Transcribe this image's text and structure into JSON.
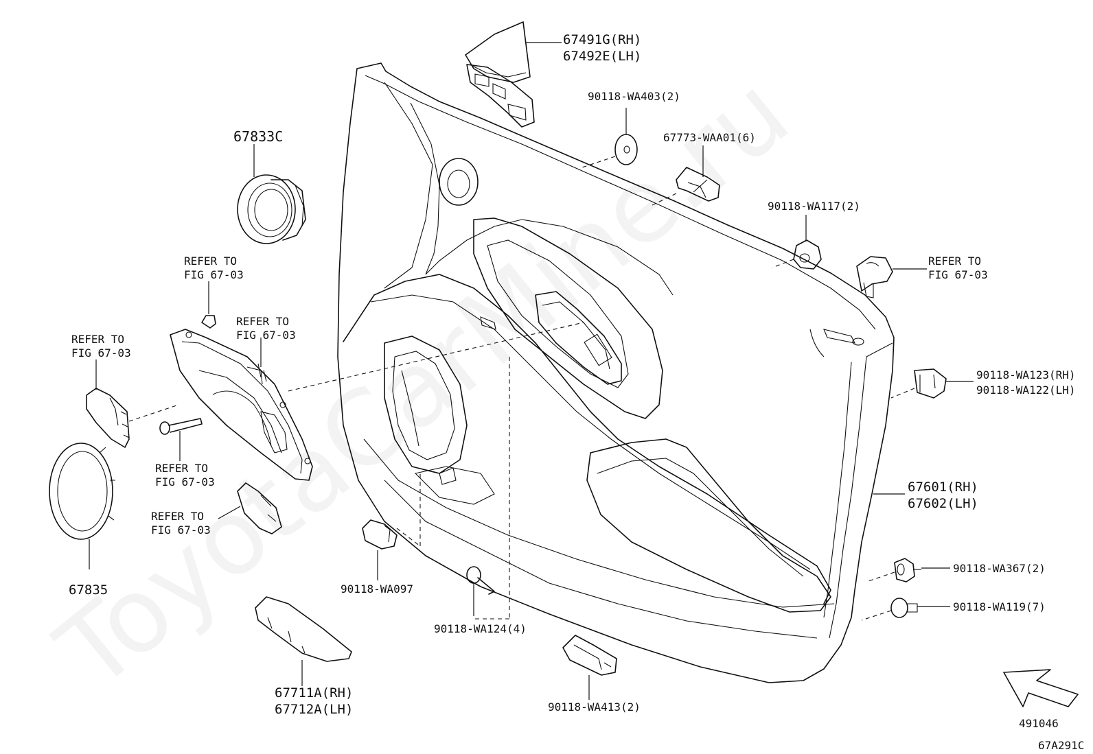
{
  "watermark": "ToyotaCarMine.ru",
  "figure_code": "67A291C",
  "illustration_number": "491046",
  "parts": {
    "p67491": {
      "line1": "67491G(RH)",
      "line2": "67492E(LH)"
    },
    "p67833": "67833C",
    "p90118_wa403": "90118-WA403(2)",
    "p67773": "67773-WAA01(6)",
    "p90118_wa117": "90118-WA117(2)",
    "ref_right": {
      "line1": "REFER TO",
      "line2": "FIG 67-03"
    },
    "ref_top_left": {
      "line1": "REFER TO",
      "line2": "FIG 67-03"
    },
    "ref_mid_left": {
      "line1": "REFER TO",
      "line2": "FIG 67-03"
    },
    "ref_far_left": {
      "line1": "REFER TO",
      "line2": "FIG 67-03"
    },
    "ref_screw": {
      "line1": "REFER TO",
      "line2": "FIG 67-03"
    },
    "ref_cap": {
      "line1": "REFER TO",
      "line2": "FIG 67-03"
    },
    "p90118_wa123": {
      "line1": "90118-WA123(RH)",
      "line2": "90118-WA122(LH)"
    },
    "p67601": {
      "line1": "67601(RH)",
      "line2": "67602(LH)"
    },
    "p90118_wa367": "90118-WA367(2)",
    "p90118_wa119": "90118-WA119(7)",
    "p67835": "67835",
    "p90118_wa097": "90118-WA097",
    "p90118_wa124": "90118-WA124(4)",
    "p67711": {
      "line1": "67711A(RH)",
      "line2": "67712A(LH)"
    },
    "p90118_wa413": "90118-WA413(2)"
  }
}
